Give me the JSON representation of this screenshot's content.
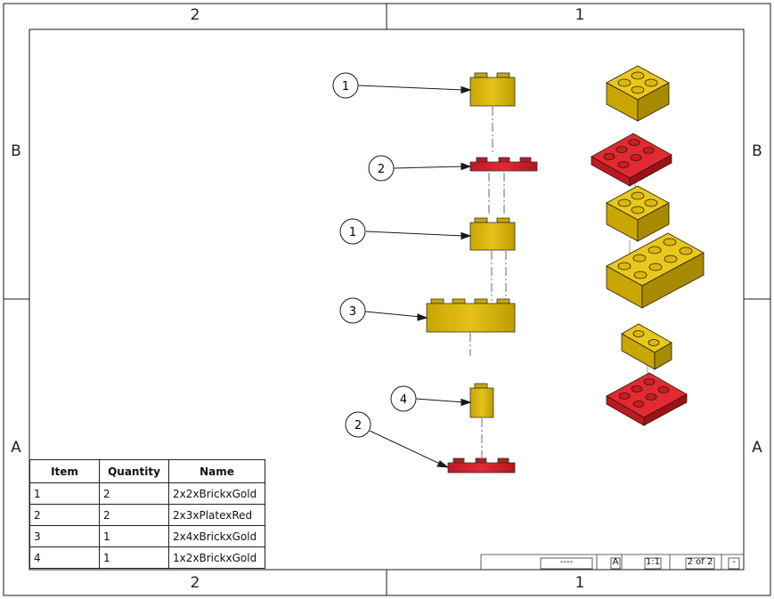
{
  "drawing_frame": {
    "zone_columns_top": [
      "2",
      "1"
    ],
    "zone_columns_bottom": [
      "2",
      "1"
    ],
    "zone_rows_left": [
      "B",
      "A"
    ],
    "zone_rows_right": [
      "B",
      "A"
    ]
  },
  "balloons": [
    "1",
    "2",
    "1",
    "3",
    "4",
    "2"
  ],
  "colors": {
    "gold": "#d4b000",
    "red": "#d61f2a",
    "line": "#1a1a1a"
  },
  "bom": {
    "headers": [
      "Item",
      "Quantity",
      "Name"
    ],
    "rows": [
      {
        "item": "1",
        "quantity": "2",
        "name": "2x2xBrickxGold"
      },
      {
        "item": "2",
        "quantity": "2",
        "name": "2x3xPlatexRed"
      },
      {
        "item": "3",
        "quantity": "1",
        "name": "2x4xBrickxGold"
      },
      {
        "item": "4",
        "quantity": "1",
        "name": "1x2xBrickxGold"
      }
    ]
  },
  "title_block": {
    "material": "----",
    "size": "A",
    "scale": "1:1",
    "sheet": "2 of 2",
    "revision": "-"
  }
}
